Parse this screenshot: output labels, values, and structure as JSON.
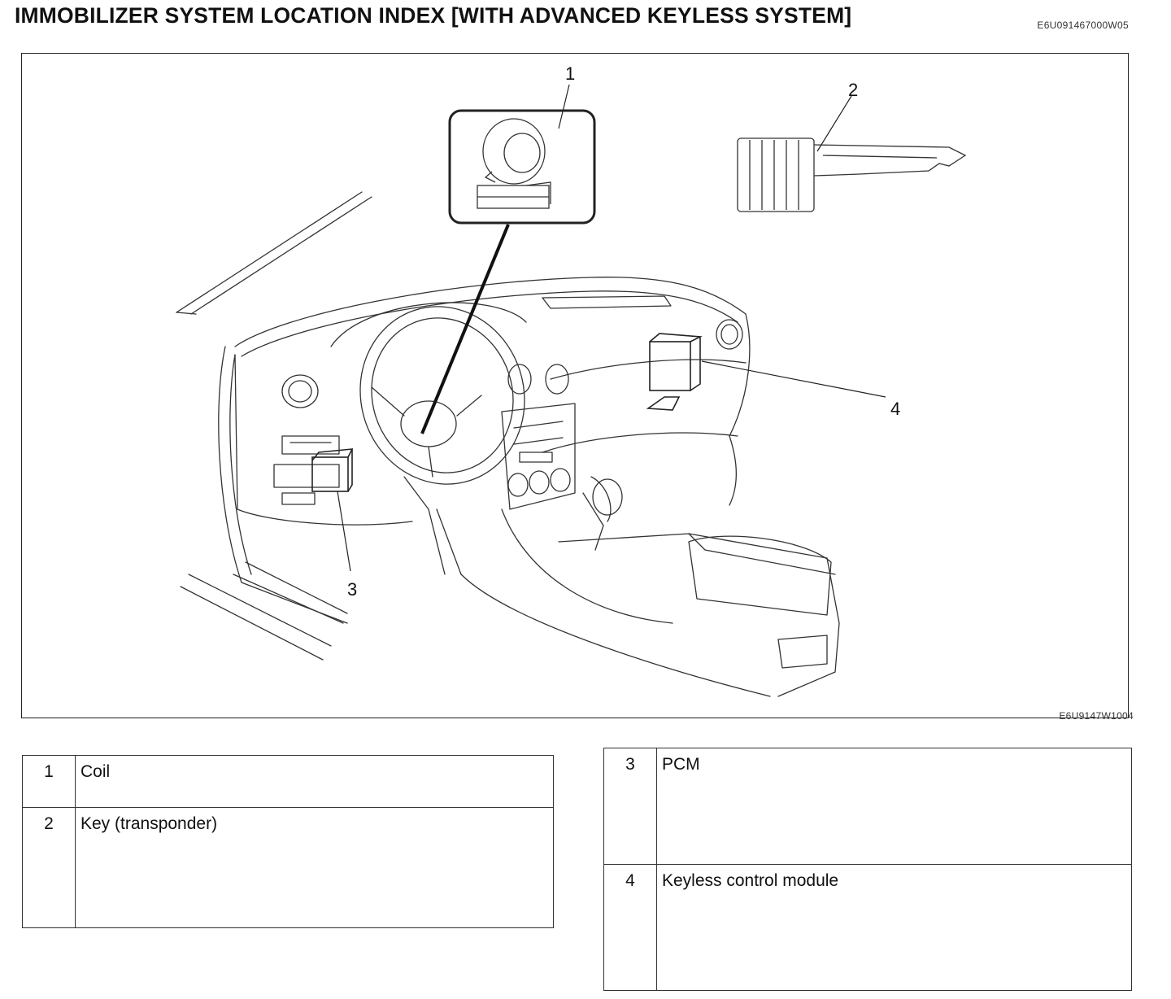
{
  "page": {
    "title": "IMMOBILIZER SYSTEM LOCATION INDEX [WITH ADVANCED KEYLESS SYSTEM]",
    "document_code": "E6U091467000W05"
  },
  "figure": {
    "figure_code": "E6U9147W1004",
    "callouts": [
      {
        "number": "1"
      },
      {
        "number": "2"
      },
      {
        "number": "3"
      },
      {
        "number": "4"
      }
    ]
  },
  "legend": {
    "left": [
      {
        "number": "1",
        "label": "Coil"
      },
      {
        "number": "2",
        "label": "Key (transponder)"
      }
    ],
    "right": [
      {
        "number": "3",
        "label": "PCM"
      },
      {
        "number": "4",
        "label": "Keyless control module"
      }
    ]
  }
}
